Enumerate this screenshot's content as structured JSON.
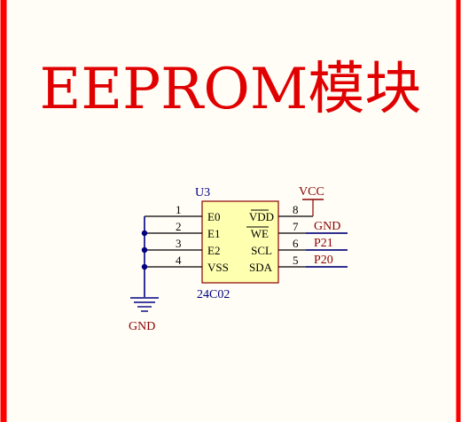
{
  "title": "EEPROM模块",
  "colors": {
    "background": "#fffdf6",
    "frame": "#ff0000",
    "title": "#e00000",
    "wire": "#000080",
    "chip_fill": "#ffffb0",
    "chip_border": "#8b0000",
    "ref_text": "#000080",
    "pin_text": "#000000",
    "net_label": "#8b0000"
  },
  "component": {
    "designator": "U3",
    "part": "24C02",
    "left_pins": [
      {
        "number": "1",
        "name": "E0"
      },
      {
        "number": "2",
        "name": "E1"
      },
      {
        "number": "3",
        "name": "E2"
      },
      {
        "number": "4",
        "name": "VSS"
      }
    ],
    "right_pins": [
      {
        "number": "8",
        "name": "VDD"
      },
      {
        "number": "7",
        "name": "WE"
      },
      {
        "number": "6",
        "name": "SCL"
      },
      {
        "number": "5",
        "name": "SDA"
      }
    ]
  },
  "net_labels": {
    "vcc": "VCC",
    "gnd_right": "GND",
    "p21": "P21",
    "p20": "P20",
    "gnd_bottom": "GND"
  },
  "icons": {
    "ground": "ground-symbol-icon",
    "power": "power-bar-icon",
    "junction": "junction-dot-icon"
  }
}
